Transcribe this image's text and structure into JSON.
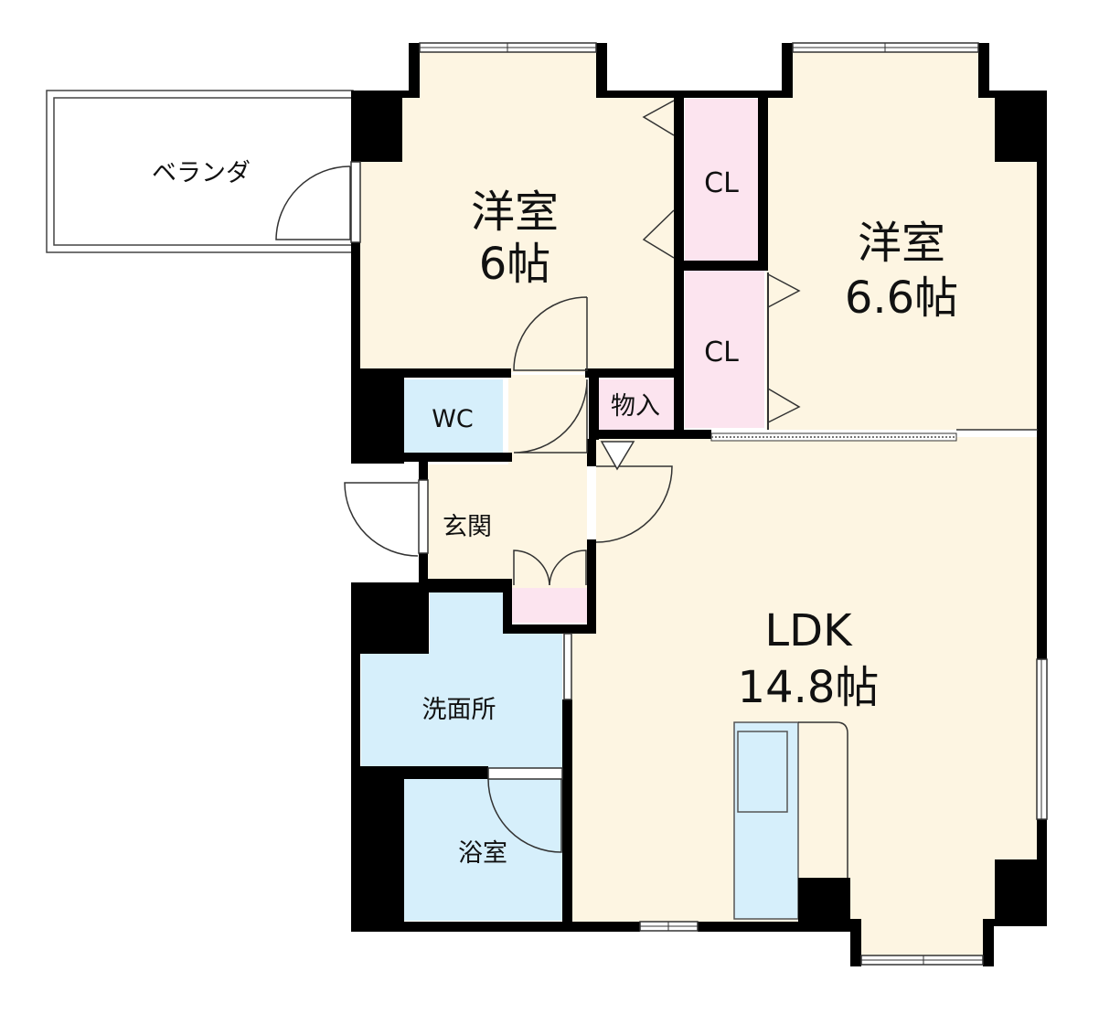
{
  "rooms": {
    "veranda": {
      "label": "ベランダ"
    },
    "western_room_1": {
      "name": "洋室",
      "size": "6帖"
    },
    "western_room_2": {
      "name": "洋室",
      "size": "6.6帖"
    },
    "closet_1": {
      "label": "CL"
    },
    "closet_2": {
      "label": "CL"
    },
    "storage": {
      "label": "物入"
    },
    "wc": {
      "label": "WC"
    },
    "entrance": {
      "label": "玄関"
    },
    "washroom": {
      "label": "洗面所"
    },
    "bathroom": {
      "label": "浴室"
    },
    "ldk": {
      "name": "LDK",
      "size": "14.8帖"
    }
  },
  "colors": {
    "wood_floor": "#fdf5e2",
    "closet_fill": "#fce4ef",
    "wet_area_fill": "#d6effb",
    "wall": "#000000",
    "veranda_fill": "#ffffff"
  }
}
